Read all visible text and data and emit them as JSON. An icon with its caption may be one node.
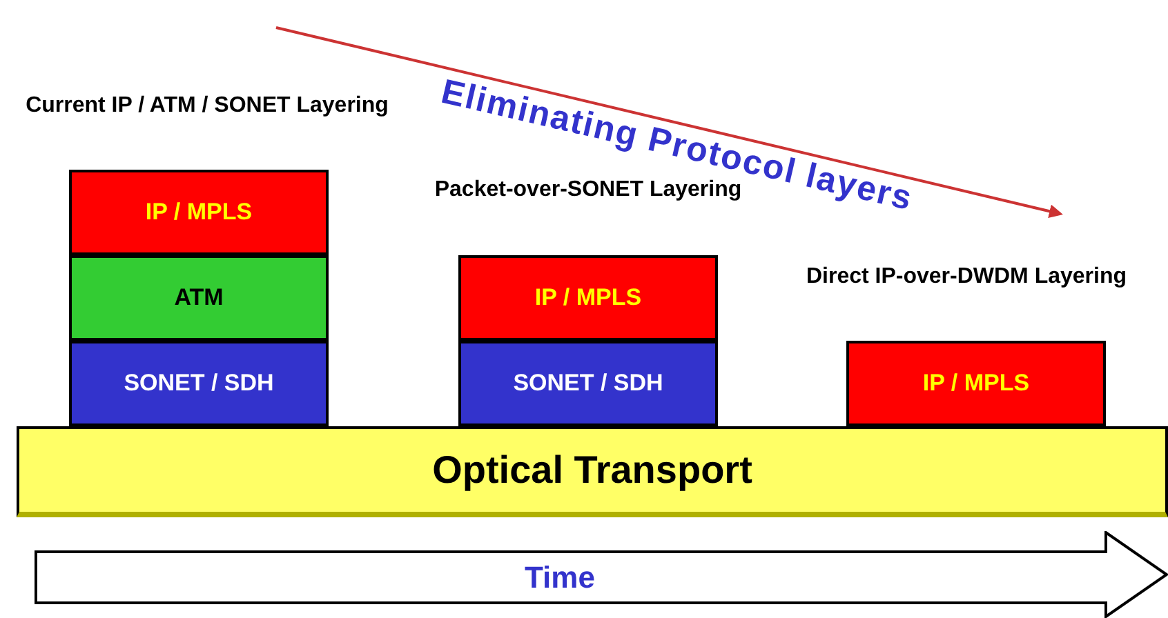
{
  "diagram": {
    "nodes": [
      {
        "text": [
          "IP / MPLS"
        ],
        "beside": [
          "Current IP / ATM / SONET Layering"
        ]
      },
      {
        "text": [
          "ATM"
        ]
      },
      {
        "text": [
          "SONET / SDH"
        ]
      },
      {
        "text": [
          "IP / MPLS"
        ],
        "beside": [
          "Packet-over-SONET Layering"
        ]
      },
      {
        "text": [
          "SONET / SDH"
        ]
      },
      {
        "text": [
          "IP / MPLS"
        ],
        "beside": [
          "Direct IP-over-DWDM Layering"
        ]
      },
      {
        "text": [
          "Optical Transport"
        ]
      },
      {
        "text": [
          "Time"
        ]
      }
    ],
    "labels": [
      "Eliminating Protocol layers"
    ]
  }
}
